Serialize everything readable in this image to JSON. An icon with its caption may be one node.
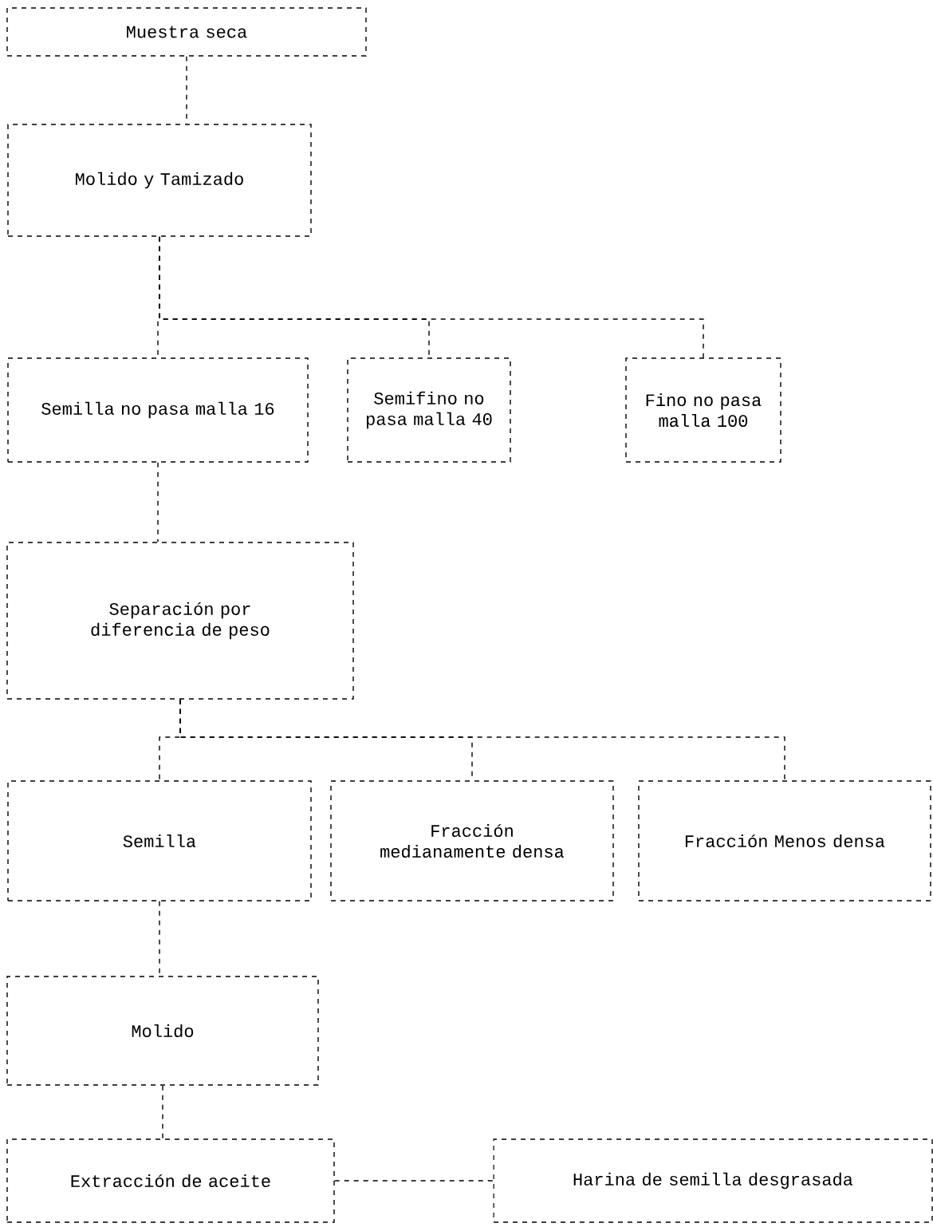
{
  "diagram": {
    "nodes": [
      {
        "text": [
          "Muestra seca"
        ]
      },
      {
        "text": [
          "Molido y Tamizado"
        ]
      },
      {
        "text": [
          "Semilla no pasa malla 16"
        ]
      },
      {
        "text": [
          "Semifino no pasa malla 40"
        ]
      },
      {
        "text": [
          "Fino no pasa malla 100"
        ]
      },
      {
        "text": [
          "Separación por diferencia de peso"
        ]
      },
      {
        "text": [
          "Semilla"
        ]
      },
      {
        "text": [
          "Fracción medianamente densa"
        ]
      },
      {
        "text": [
          "Fracción Menos densa"
        ]
      },
      {
        "text": [
          "Molido"
        ]
      },
      {
        "text": [
          "Extracción de aceite"
        ]
      },
      {
        "text": [
          "Harina de semilla desgrasada"
        ]
      }
    ],
    "edges": [
      {
        "from": 0,
        "to": 1,
        "arrow": "none",
        "style": "dashed"
      },
      {
        "from": 1,
        "to": 2,
        "arrow": "none",
        "style": "dashed"
      },
      {
        "from": 1,
        "to": 3,
        "arrow": "none",
        "style": "dashed"
      },
      {
        "from": 1,
        "to": 4,
        "arrow": "none",
        "style": "dashed"
      },
      {
        "from": 2,
        "to": 5,
        "arrow": "none",
        "style": "dashed"
      },
      {
        "from": 5,
        "to": 6,
        "arrow": "none",
        "style": "dashed"
      },
      {
        "from": 5,
        "to": 7,
        "arrow": "none",
        "style": "dashed"
      },
      {
        "from": 5,
        "to": 8,
        "arrow": "none",
        "style": "dashed"
      },
      {
        "from": 6,
        "to": 9,
        "arrow": "none",
        "style": "dashed"
      },
      {
        "from": 9,
        "to": 10,
        "arrow": "none",
        "style": "dashed"
      },
      {
        "from": 10,
        "to": 11,
        "arrow": "none",
        "style": "dashed"
      }
    ]
  }
}
